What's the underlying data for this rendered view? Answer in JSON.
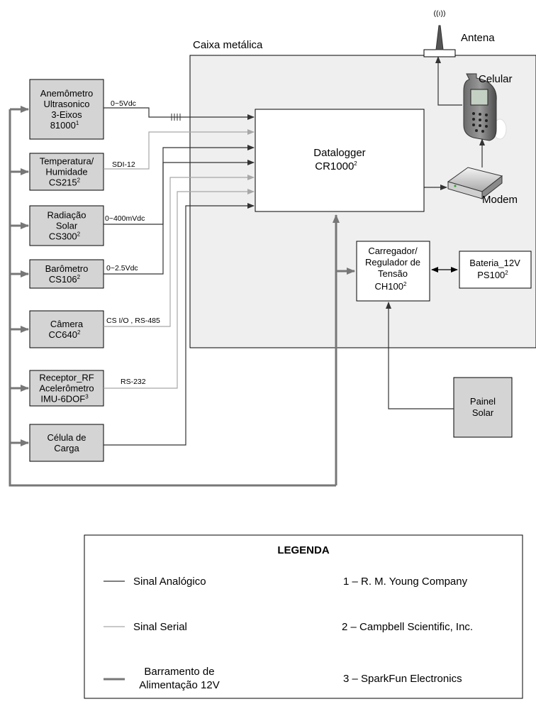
{
  "diagram": {
    "enclosure_label": "Caixa metálica",
    "antenna_label": "Antena",
    "antenna_symbol": "((ı))",
    "celular_label": "Celular",
    "modem_label": "Modem",
    "datalogger": {
      "line1": "Datalogger",
      "line2": "CR1000",
      "sup": "2"
    },
    "charger": {
      "line1": "Carregador/",
      "line2": "Regulador de",
      "line3": "Tensão",
      "line4": "CH100",
      "sup": "2"
    },
    "battery": {
      "line1": "Bateria_12V",
      "line2": "PS100",
      "sup": "2"
    },
    "solar_panel": {
      "line1": "Painel",
      "line2": "Solar"
    },
    "sensors": [
      {
        "line1": "Anemômetro",
        "line2": "Ultrasonico",
        "line3": "3-Eixos",
        "line4": "81000",
        "sup": "1",
        "signal": "0~5Vdc",
        "signal_type": "analog"
      },
      {
        "line1": "Temperatura/",
        "line2": "Humidade",
        "line3": "CS215",
        "sup": "2",
        "signal": "SDI-12",
        "signal_type": "serial"
      },
      {
        "line1": "Radiação",
        "line2": "Solar",
        "line3": "CS300",
        "sup": "2",
        "signal": "0~400mVdc",
        "signal_type": "analog"
      },
      {
        "line1": "Barômetro",
        "line2": "CS106",
        "sup": "2",
        "signal": "0~2.5Vdc",
        "signal_type": "analog"
      },
      {
        "line1": "Câmera",
        "line2": "CC640",
        "sup": "2",
        "signal": "CS I/O , RS-485",
        "signal_type": "serial"
      },
      {
        "line1": "Receptor_RF",
        "line2": "Acelerômetro",
        "line3": "IMU-6DOF",
        "sup": "3",
        "signal": "RS-232",
        "signal_type": "serial"
      },
      {
        "line1": "Célula de",
        "line2": "Carga",
        "signal": "",
        "signal_type": "analog"
      }
    ]
  },
  "legend": {
    "title": "LEGENDA",
    "analog": "Sinal Analógico",
    "serial": "Sinal Serial",
    "power_line1": "Barramento de",
    "power_line2": "Alimentação 12V",
    "ref1": "1 – R. M. Young Company",
    "ref2": "2 – Campbell Scientific, Inc.",
    "ref3": "3 – SparkFun Electronics"
  },
  "colors": {
    "box_fill": "#d4d4d4",
    "enclosure_fill": "#efefef",
    "analog_line": "#333333",
    "serial_line": "#a8a8a8",
    "power_line": "#777777"
  }
}
